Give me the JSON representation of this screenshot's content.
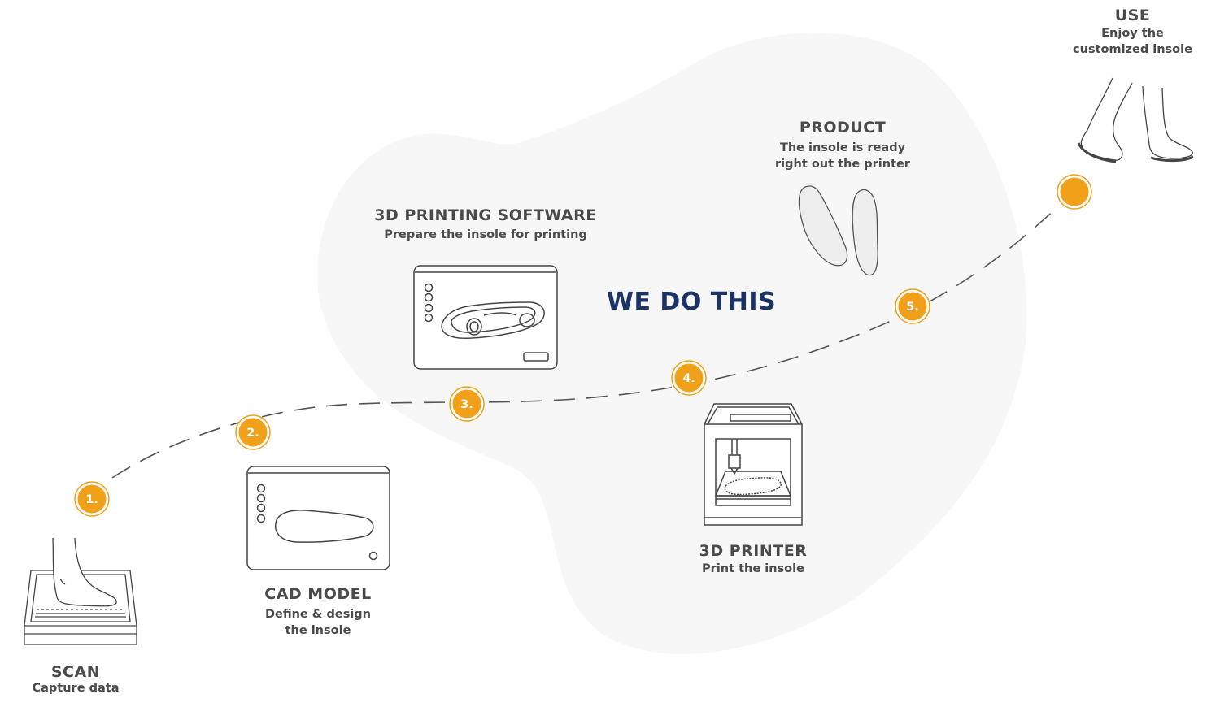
{
  "center_title": "WE DO THIS",
  "steps": [
    {
      "number": "1.",
      "title": "SCAN",
      "subtitle": "Capture data"
    },
    {
      "number": "2.",
      "title": "CAD MODEL",
      "subtitle": "Define & design\nthe insole"
    },
    {
      "number": "3.",
      "title": "3D PRINTING SOFTWARE",
      "subtitle": "Prepare the insole for printing"
    },
    {
      "number": "4.",
      "title": "3D PRINTER",
      "subtitle": "Print the insole"
    },
    {
      "number": "5.",
      "title": "PRODUCT",
      "subtitle": "The insole is ready\nright out the printer"
    },
    {
      "number": "",
      "title": "USE",
      "subtitle": "Enjoy the\ncustomized insole"
    }
  ],
  "colors": {
    "accent": "#f0a019",
    "title": "#1c3366",
    "text": "#4a4a4a",
    "blob": "#f7f7f7",
    "line": "#555555"
  },
  "icons": [
    "foot-scanner-icon",
    "cad-screen-icon",
    "software-screen-icon",
    "3d-printer-icon",
    "insoles-icon",
    "walking-feet-icon"
  ]
}
